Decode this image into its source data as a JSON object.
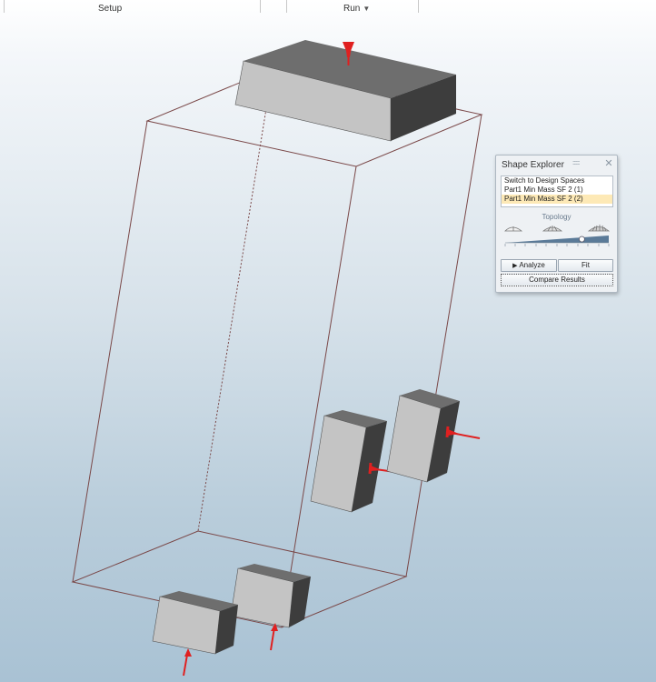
{
  "ribbon": {
    "setup_label": "Setup",
    "run_label": "Run",
    "run_caret_icon": "triangle-down-icon"
  },
  "shape_explorer": {
    "title": "Shape Explorer",
    "grip_icon": "drag-grip-icon",
    "close_icon": "close-icon",
    "items": [
      {
        "label": "Switch to Design Spaces",
        "selected": false
      },
      {
        "label": "Part1 Min Mass SF 2 (1)",
        "selected": false
      },
      {
        "label": "Part1 Min Mass SF 2 (2)",
        "selected": true
      }
    ],
    "topology_label": "Topology",
    "topology_level": 0.74,
    "analyze_label": "Analyze",
    "analyze_icon": "play-icon",
    "fit_label": "Fit",
    "compare_label": "Compare Results",
    "colors": {
      "panel_bg": "#eef1f4",
      "selected_row": "#fde9b6",
      "slider_fill": "#5a7a98"
    }
  },
  "viewport": {
    "background_top": "#ffffff",
    "background_bottom": "#a9c2d4",
    "load_arrow_color": "#e02020",
    "part_light_color": "#c8c8c8",
    "part_dark_color": "#3c3c3c"
  }
}
